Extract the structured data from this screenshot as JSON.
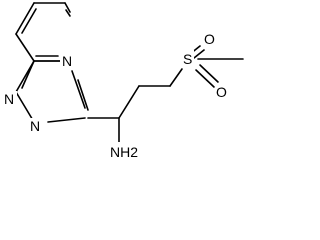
{
  "molecule": {
    "atoms": {
      "n_ring_fused": "N",
      "n_ring_2": "N",
      "n_ring_1": "N",
      "s_sulfonyl": "S",
      "o_upper": "O",
      "o_lower": "O",
      "amine": "NH2"
    }
  }
}
